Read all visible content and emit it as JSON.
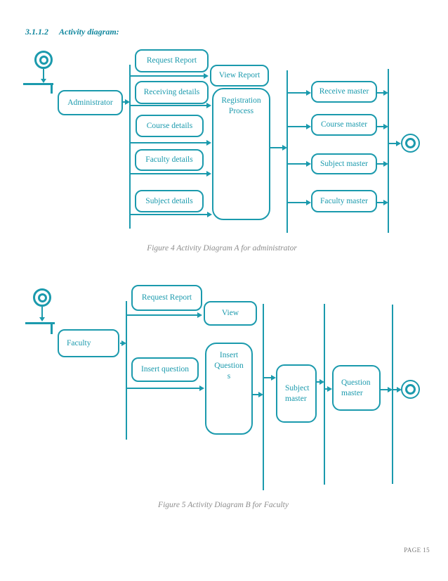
{
  "page": {
    "heading": {
      "number": "3.1.1.2",
      "title": "Activity diagram:"
    },
    "page_label": "PAGE 15"
  },
  "colors": {
    "diagram_teal": "#1b9aad",
    "heading_teal": "#11879e",
    "caption_gray": "#8c8c8c"
  },
  "icons": {
    "start_node": "double-circle-outline",
    "end_node": "double-ring-bullseye",
    "fork_bar": "horizontal-bar-with-tick",
    "flow_arrow": "right-arrow",
    "down_arrow": "down-arrow"
  },
  "diagram_a": {
    "caption": "Figure 4 Activity Diagram A for administrator",
    "actor_label": "Administrator",
    "nodes": {
      "request_report": "Request Report",
      "view_report": "View Report",
      "receiving_details": "Receiving details",
      "registration_process": "Registration Process",
      "course_details": "Course details",
      "faculty_details": "Faculty details",
      "subject_details": "Subject details",
      "receive_master": "Receive master",
      "course_master": "Course master",
      "subject_master": "Subject master",
      "faculty_master": "Faculty master"
    }
  },
  "diagram_b": {
    "caption": "Figure 5 Activity Diagram B for Faculty",
    "actor_label": "Faculty",
    "nodes": {
      "request_report": "Request Report",
      "view": "View",
      "insert_question": "Insert question",
      "insert_questions": "Insert\nQuestion\ns",
      "subject_master": "Subject master",
      "question_master": "Question master"
    }
  }
}
